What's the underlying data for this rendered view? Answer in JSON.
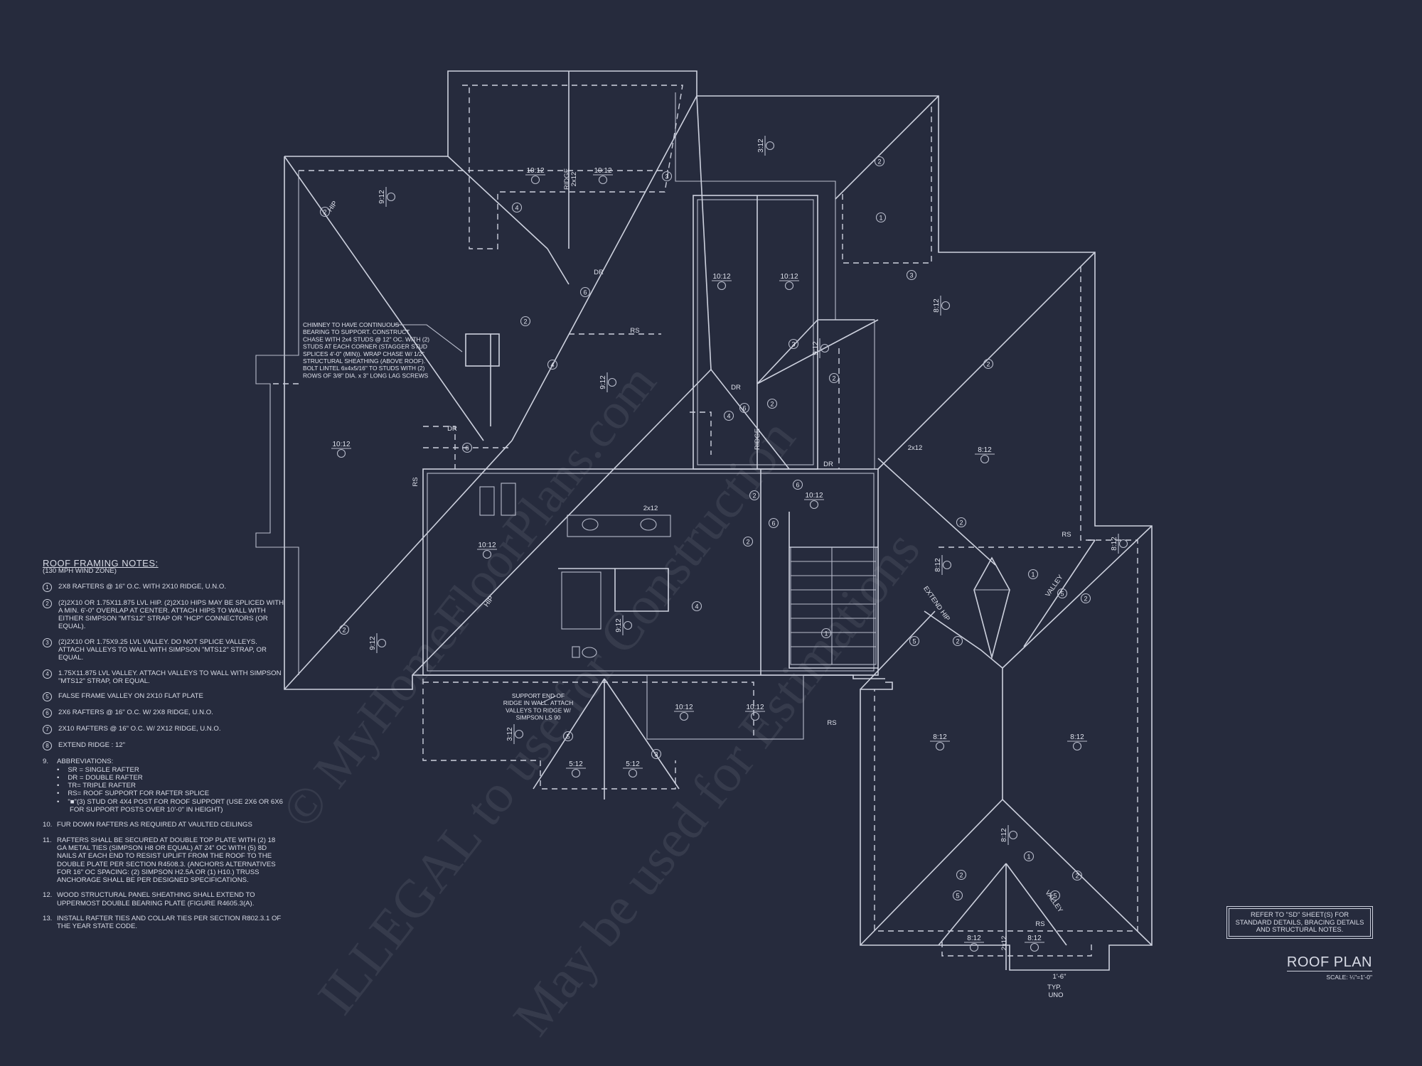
{
  "watermark": {
    "line1": "© MyHomeFloorPlans.com",
    "line2": "ILLEGAL to use for Construction",
    "line3": "May be used for Estimations"
  },
  "title": "ROOF PLAN",
  "scale": "SCALE: ¼\"=1'-0\"",
  "refer_note": "REFER TO \"SD\" SHEET(S) FOR STANDARD DETAILS, BRACING DETAILS AND STRUCTURAL NOTES.",
  "notes": {
    "title": "ROOF FRAMING NOTES:",
    "subtitle": "(130 MPH WIND ZONE)",
    "items": [
      {
        "num": "1",
        "text": "2x8 RAFTERS @ 16\" O.C. WITH 2X10 RIDGE, U.N.O."
      },
      {
        "num": "2",
        "text": "(2)2x10 OR 1.75x11.875 LVL HIP. (2)2x10 HIPS MAY BE SPLICED WITH A MIN. 6'-0\" OVERLAP AT CENTER. ATTACH HIPS TO WALL WITH EITHER SIMPSON \"MTS12\" STRAP OR \"HCP\" CONNECTORS (OR EQUAL)."
      },
      {
        "num": "3",
        "text": "(2)2x10 OR 1.75x9.25 LVL VALLEY. DO NOT SPLICE VALLEYS. ATTACH VALLEYS TO WALL WITH SIMPSON \"MTS12\" STRAP, OR EQUAL."
      },
      {
        "num": "4",
        "text": "1.75x11.875 LVL VALLEY. ATTACH VALLEYS TO WALL WITH SIMPSON \"MTS12\" STRAP, OR EQUAL."
      },
      {
        "num": "5",
        "text": "FALSE FRAME VALLEY ON 2x10 FLAT PLATE"
      },
      {
        "num": "6",
        "text": "2x6 RAFTERS @ 16\" O.C. W/ 2x8 RIDGE, U.N.O."
      },
      {
        "num": "7",
        "text": "2x10 RAFTERS @ 16\" O.C. W/ 2x12 RIDGE, U.N.O."
      },
      {
        "num": "8",
        "text": "EXTEND RIDGE : 12\""
      }
    ],
    "abbr_num": "9.",
    "abbr_title": "ABBREVIATIONS:",
    "abbr": [
      "SR = SINGLE RAFTER",
      "DR = DOUBLE RAFTER",
      "TR= TRIPLE RAFTER",
      "RS= ROOF SUPPORT FOR RAFTER SPLICE",
      "\"■\"(3) STUD OR 4x4 POST FOR ROOF SUPPORT (USE 2x6 OR 6x6 FOR SUPPORT POSTS OVER 10'-0\" IN HEIGHT)"
    ],
    "more": [
      {
        "num": "10.",
        "text": "FUR DOWN RAFTERS AS REQUIRED AT VAULTED CEILINGS"
      },
      {
        "num": "11.",
        "text": "RAFTERS SHALL BE SECURED AT DOUBLE TOP PLATE WITH (2) 18 GA METAL TIES (SIMPSON H8 OR EQUAL) AT 24\" OC WITH (5) 8d NAILS AT EACH END TO RESIST UPLIFT FROM THE ROOF TO THE DOUBLE PLATE PER SECTION R4508.3. (ANCHORS ALTERNATIVES FOR 16\" OC SPACING: (2) SIMPSON H2.5A OR (1) H10.) TRUSS ANCHORAGE SHALL BE PER DESIGNED SPECIFICATIONS."
      },
      {
        "num": "12.",
        "text": "WOOD STRUCTURAL PANEL SHEATHING SHALL EXTEND TO UPPERMOST DOUBLE BEARING PLATE (FIGURE R4605.3(A)."
      },
      {
        "num": "13.",
        "text": "INSTALL RAFTER TIES AND COLLAR TIES PER SECTION R802.3.1 OF THE YEAR STATE CODE."
      }
    ]
  },
  "chimney_note": [
    "CHIMNEY TO HAVE CONTINUOUS",
    "BEARING TO SUPPORT. CONSTRUCT",
    "CHASE WITH 2x4 STUDS @ 12\" OC. WITH (2)",
    "STUDS AT EACH CORNER (STAGGER STUD",
    "SPLICES 4'-0\" (MIN)). WRAP CHASE W/ 1/2\"",
    "STRUCTURAL SHEATHING (ABOVE ROOF).",
    "BOLT LINTEL 6x4x5/16\" TO STUDS WITH (2)",
    "ROWS OF 3/8\" DIA. x 3\" LONG LAG SCREWS"
  ],
  "support_note": [
    "SUPPORT END OF",
    "RIDGE IN WALL. ATTACH",
    "VALLEYS TO RIDGE W/",
    "SIMPSON LS 90"
  ],
  "labels": [
    {
      "t": "10:12"
    },
    {
      "t": "10:12"
    },
    {
      "t": "9:12"
    },
    {
      "t": "3:12"
    },
    {
      "t": "10:12"
    },
    {
      "t": "10:12"
    },
    {
      "t": "9:12"
    },
    {
      "t": "9:12"
    },
    {
      "t": "10:12"
    },
    {
      "t": "8:12"
    },
    {
      "t": "8:12"
    },
    {
      "t": "10:12"
    },
    {
      "t": "10:12"
    },
    {
      "t": "9:12"
    },
    {
      "t": "9:12"
    },
    {
      "t": "8:12"
    },
    {
      "t": "8:12"
    },
    {
      "t": "10:12"
    },
    {
      "t": "10:12"
    },
    {
      "t": "5:12"
    },
    {
      "t": "5:12"
    },
    {
      "t": "3:12"
    },
    {
      "t": "8:12"
    },
    {
      "t": "8:12"
    },
    {
      "t": "8:12"
    },
    {
      "t": "8:12"
    },
    {
      "t": "8:12"
    }
  ],
  "tags": [
    {
      "t": "RIDGE"
    },
    {
      "t": "2x12"
    },
    {
      "t": "HIP"
    },
    {
      "t": "DR"
    },
    {
      "t": "RS"
    },
    {
      "t": "RS"
    },
    {
      "t": "DR"
    },
    {
      "t": "DR"
    },
    {
      "t": "DR"
    },
    {
      "t": "2x12"
    },
    {
      "t": "RIDGE"
    },
    {
      "t": "RS"
    },
    {
      "t": "HIP"
    },
    {
      "t": "VALLEY"
    },
    {
      "t": "EXTEND HIP"
    },
    {
      "t": "RS"
    },
    {
      "t": "VALLEY"
    },
    {
      "t": "RS"
    },
    {
      "t": "2x12"
    },
    {
      "t": "UNO"
    },
    {
      "t": "TYP."
    },
    {
      "t": "1'-6\""
    },
    {
      "t": "2x12"
    }
  ]
}
